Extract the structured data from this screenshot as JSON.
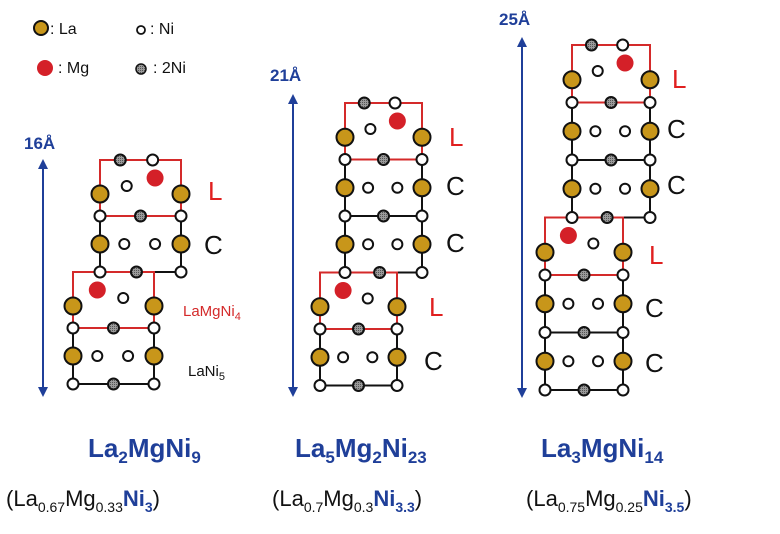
{
  "legend": {
    "items": [
      {
        "atom": "La",
        "label": ": La",
        "color": "#c8961a"
      },
      {
        "atom": "Ni",
        "label": ": Ni",
        "color": "#ffffff"
      },
      {
        "atom": "Mg",
        "label": ": Mg",
        "color": "#d42028"
      },
      {
        "atom": "2Ni",
        "label": ": 2Ni",
        "color": "#888888"
      }
    ]
  },
  "colors": {
    "la": "#c8961a",
    "mg": "#d42028",
    "ni": "#ffffff",
    "ni2": "#8a8a8a",
    "laves_frame": "#d42a2a",
    "caCu5_frame": "#111111",
    "dimension": "#1f3f99"
  },
  "type_labels": {
    "laves": "LaMgNi4",
    "caCu5": "LaNi5"
  },
  "structures": [
    {
      "id": "la2mgni9",
      "c_length": "16Å",
      "stacking": [
        "L",
        "C",
        "L",
        "C"
      ],
      "stack_labels_shown": [
        "L",
        "C"
      ],
      "formula": {
        "parts": [
          [
            "La",
            ""
          ],
          [
            "2",
            "sub"
          ],
          [
            "MgNi",
            ""
          ],
          [
            "9",
            "sub"
          ]
        ]
      },
      "normalized": {
        "open": "(",
        "la": "La",
        "la_sub": "0.67",
        "mg": "Mg",
        "mg_sub": "0.33",
        "ni": "Ni",
        "ni_sub": "3",
        "close": ")"
      }
    },
    {
      "id": "la5mg2ni23",
      "c_length": "21Å",
      "stacking": [
        "L",
        "C",
        "C",
        "L",
        "C"
      ],
      "stack_labels_shown": [
        "L",
        "C",
        "C",
        "L",
        "C"
      ],
      "formula": {
        "parts": [
          [
            "La",
            ""
          ],
          [
            "5",
            "sub"
          ],
          [
            "Mg",
            ""
          ],
          [
            "2",
            "sub"
          ],
          [
            "Ni",
            ""
          ],
          [
            "23",
            "sub"
          ]
        ]
      },
      "normalized": {
        "open": "(",
        "la": "La",
        "la_sub": "0.7",
        "mg": "Mg",
        "mg_sub": "0.3",
        "ni": "Ni",
        "ni_sub": "3.3",
        "close": ")"
      }
    },
    {
      "id": "la3mgni14",
      "c_length": "25Å",
      "stacking": [
        "L",
        "C",
        "C",
        "L",
        "C",
        "C"
      ],
      "stack_labels_shown": [
        "L",
        "C",
        "C",
        "L",
        "C",
        "C"
      ],
      "formula": {
        "parts": [
          [
            "La",
            ""
          ],
          [
            "3",
            "sub"
          ],
          [
            "MgNi",
            ""
          ],
          [
            "14",
            "sub"
          ]
        ]
      },
      "normalized": {
        "open": "(",
        "la": "La",
        "la_sub": "0.75",
        "mg": "Mg",
        "mg_sub": "0.25",
        "ni": "Ni",
        "ni_sub": "3.5",
        "close": ")"
      }
    }
  ]
}
